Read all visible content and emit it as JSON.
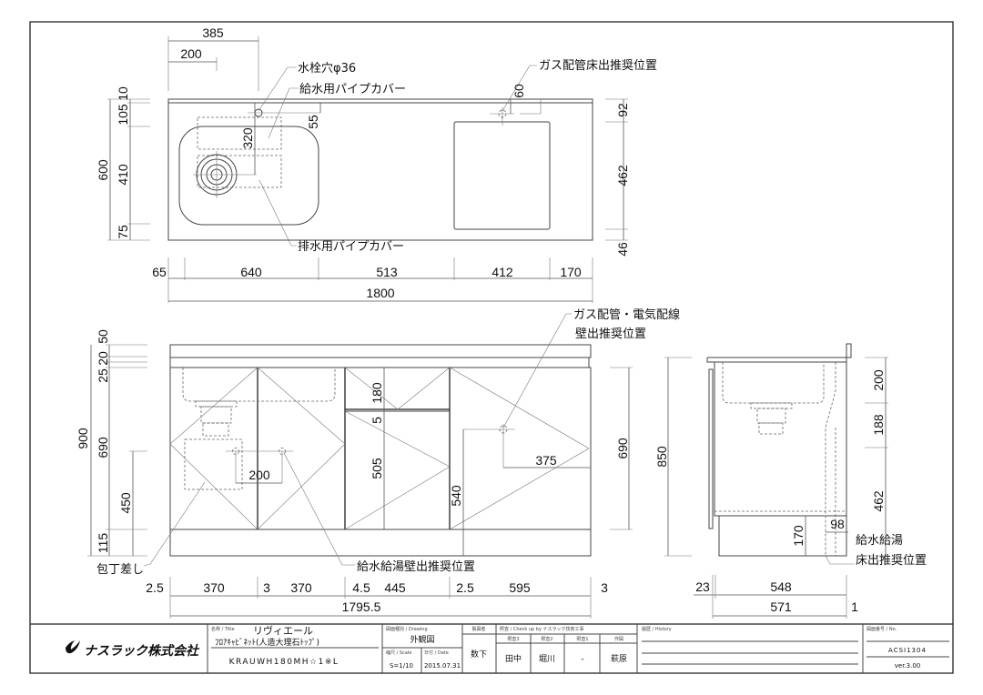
{
  "plan_view": {
    "labels": {
      "faucet_hole": "水栓穴φ36",
      "supply_pipe_cover": "給水用パイプカバー",
      "drain_pipe_cover": "排水用パイプカバー",
      "gas_floor_position": "ガス配管床出推奨位置"
    },
    "dims": {
      "d385": "385",
      "d200": "200",
      "d10": "10",
      "d105": "105",
      "d410": "410",
      "d75": "75",
      "d600": "600",
      "d320": "320",
      "d55": "55",
      "d60": "60",
      "d92": "92",
      "d462": "462",
      "d46": "46",
      "d65": "65",
      "d640": "640",
      "d513": "513",
      "d412": "412",
      "d170": "170",
      "d1800": "1800"
    }
  },
  "front_view": {
    "labels": {
      "gas_electric_line1": "ガス配管・電気配線",
      "gas_electric_line2": "壁出推奨位置",
      "water_wall_position": "給水給湯壁出推奨位置",
      "knife_holder": "包丁差し"
    },
    "dims": {
      "d50": "50",
      "d20": "20",
      "d25": "25",
      "d690": "690",
      "d115": "115",
      "d900": "900",
      "d450": "450",
      "d180": "180",
      "d5": "5",
      "d505": "505",
      "d540": "540",
      "d200": "200",
      "d375": "375",
      "d690r": "690",
      "b25a": "2.5",
      "b370a": "370",
      "b3a": "3",
      "b370b": "370",
      "b45": "4.5",
      "b445": "445",
      "b25b": "2.5",
      "b595": "595",
      "b3b": "3",
      "total": "1795.5"
    }
  },
  "side_view": {
    "labels": {
      "floor_line1": "給水給湯",
      "floor_line2": "床出推奨位置"
    },
    "dims": {
      "d850": "850",
      "d200": "200",
      "d188": "188",
      "d462": "462",
      "d170": "170",
      "d98": "98",
      "d23": "23",
      "d548": "548",
      "d571": "571",
      "d1": "1"
    }
  },
  "title_block": {
    "company": "ナスラック株式会社",
    "title_label": "名称 / Title",
    "title": "リヴィエール",
    "subtitle": "ﾌﾛｱｷｬﾋﾞﾈｯﾄ(人造大理石ﾄｯﾌﾟ)",
    "model": "KRAUWH180MH☆1※L",
    "drawing_label": "図面種別 / Drawing",
    "drawing": "外観図",
    "scale_label": "縮尺 / Scale",
    "scale": "S=1/10",
    "date_label": "日付 / Date",
    "date": "2015.07.31",
    "drafter_label": "製図者",
    "drafter": "数下",
    "check_label": "照査 / Check up by ナスラック技術工事",
    "check_columns": [
      "照査3",
      "照査2",
      "照査1",
      "作図"
    ],
    "check_values": [
      "田中",
      "堀川",
      "-",
      "萩原"
    ],
    "history_label": "履歴 / History",
    "no_label": "図面番号 / No.",
    "no": "ACSI1304",
    "version": "ver.3.00"
  }
}
